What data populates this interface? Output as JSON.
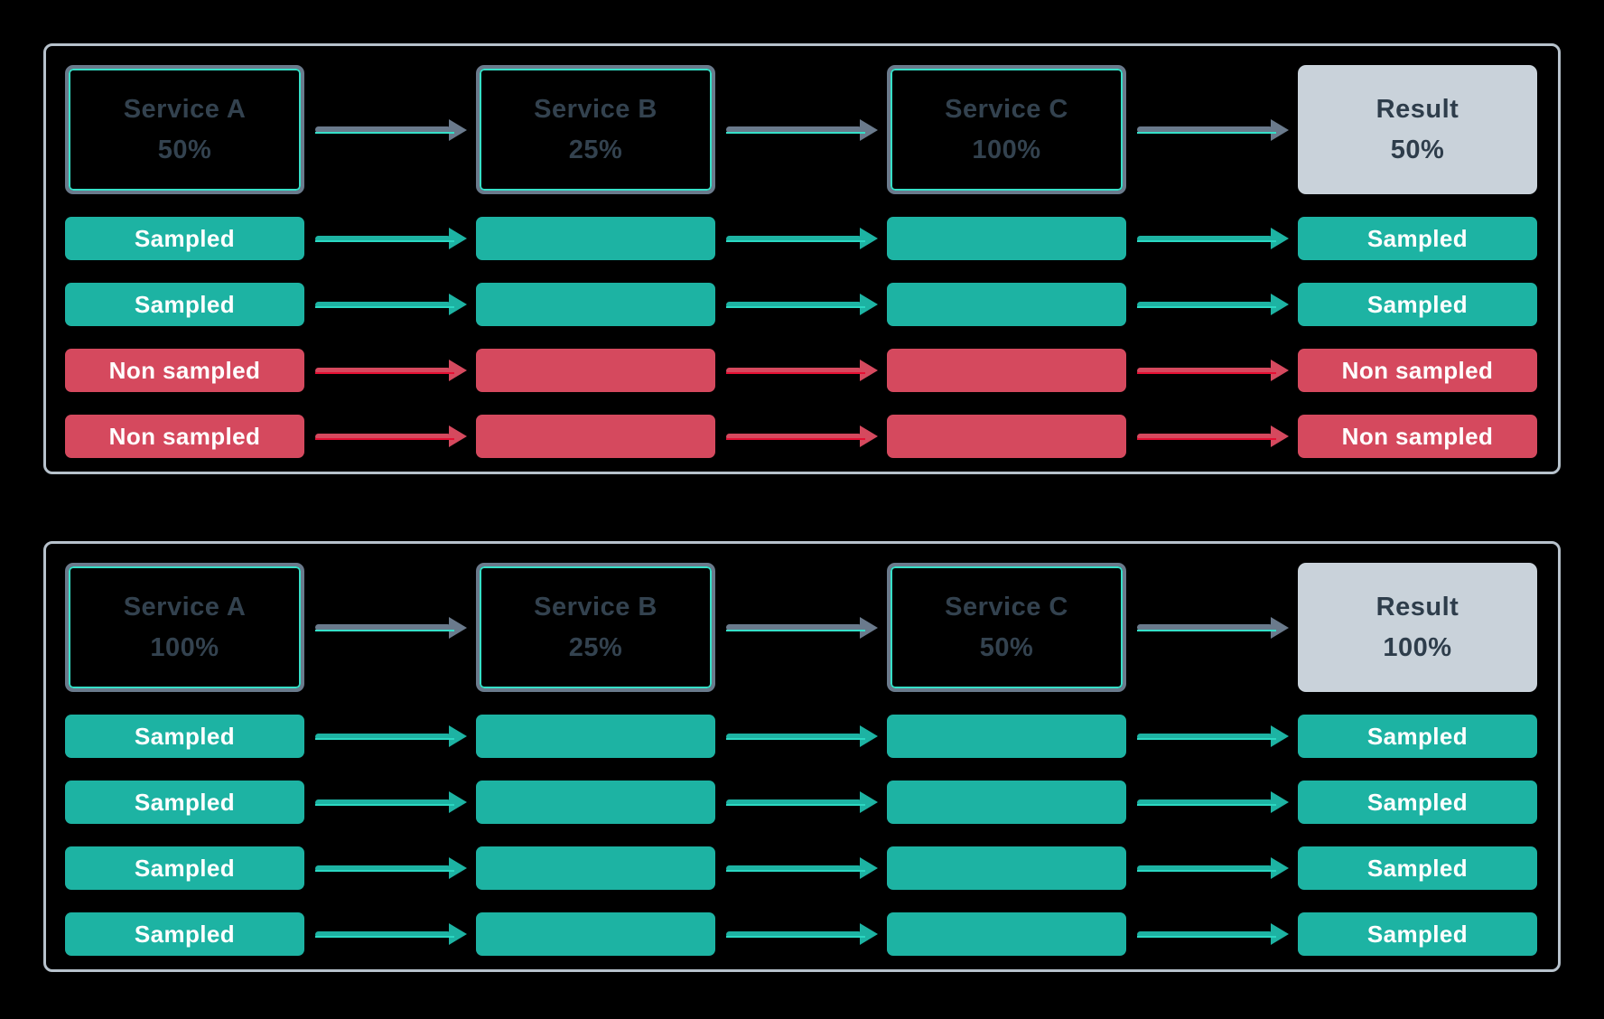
{
  "colors": {
    "background": "#000000",
    "panel_border": "#b7c2cc",
    "service_box_border": "#6a7a8c",
    "service_box_accent_line": "#36e0c8",
    "service_text": "#33424f",
    "sampled_green": "#1db3a3",
    "non_sampled_red": "#d5495e",
    "non_sampled_accent_line": "#e50f33",
    "result_box_bg": "#c9d2da",
    "result_text": "#2e3d4b",
    "arrow_gray": "#6a7a8c",
    "trace_label_text": "#ffffff"
  },
  "panels": [
    {
      "services": [
        {
          "label": "Service A",
          "percent": "50%"
        },
        {
          "label": "Service B",
          "percent": "25%"
        },
        {
          "label": "Service C",
          "percent": "100%"
        }
      ],
      "result": {
        "label": "Result",
        "percent": "50%"
      },
      "rows": [
        {
          "type": "sampled",
          "label": "Sampled"
        },
        {
          "type": "sampled",
          "label": "Sampled"
        },
        {
          "type": "non-sampled",
          "label": "Non sampled"
        },
        {
          "type": "non-sampled",
          "label": "Non sampled"
        }
      ]
    },
    {
      "services": [
        {
          "label": "Service A",
          "percent": "100%"
        },
        {
          "label": "Service B",
          "percent": "25%"
        },
        {
          "label": "Service C",
          "percent": "50%"
        }
      ],
      "result": {
        "label": "Result",
        "percent": "100%"
      },
      "rows": [
        {
          "type": "sampled",
          "label": "Sampled"
        },
        {
          "type": "sampled",
          "label": "Sampled"
        },
        {
          "type": "sampled",
          "label": "Sampled"
        },
        {
          "type": "sampled",
          "label": "Sampled"
        }
      ]
    }
  ]
}
